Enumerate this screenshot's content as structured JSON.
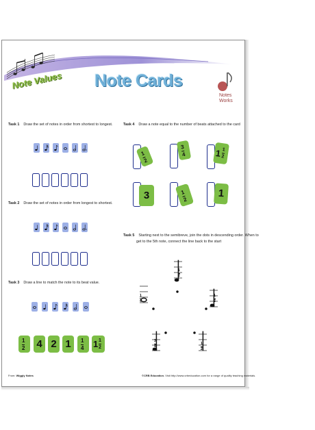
{
  "header": {
    "title": "Note Cards",
    "subtitle_banner": "Note Values",
    "logo_text_line1": "Notes",
    "logo_text_line2": "Works"
  },
  "tasks": {
    "task1": {
      "label": "Task 1",
      "text": "Draw the set of notes in order from shortest to longest."
    },
    "task2": {
      "label": "Task 2",
      "text": "Draw the set of notes in order from longest to shortest."
    },
    "task3": {
      "label": "Task 3",
      "text": "Draw a line to match the note to its beat value."
    },
    "task4": {
      "label": "Task 4",
      "text": "Draw a note equal to the number of beats attached to the card"
    },
    "task5": {
      "label": "Task 5",
      "text_line1": "Starting next to the semibreve, join the dots in descending order.  When to",
      "text_line2": "get to the 5th note, connect the line back to the start"
    }
  },
  "task1_cards": [
    "crotchet",
    "semiquaver",
    "quaver",
    "semibreve",
    "minim",
    "dotted-minim"
  ],
  "task2_cards": [
    "crotchet",
    "semiquaver",
    "quaver",
    "semibreve",
    "minim",
    "dotted-minim"
  ],
  "task3_cards": [
    "semibreve",
    "crotchet",
    "quaver",
    "semiquaver",
    "minim",
    "semibreve"
  ],
  "task3_beats": {
    "b1_num": "1",
    "b1_den": "2",
    "b2": "4",
    "b3": "2",
    "b4": "1",
    "b5_num": "1",
    "b5_den": "4",
    "b6_whole": "1",
    "b6_num": "1",
    "b6_den": "2"
  },
  "task4_cards": {
    "c1_num": "1",
    "c1_den": "2",
    "c2_num": "3",
    "c2_den": "4",
    "c3_whole": "1",
    "c3_num": "1",
    "c3_den": "2",
    "c4": "3",
    "c5_num": "1",
    "c5_den": "2",
    "c6": "1"
  },
  "task5_labels": {
    "n1_num": "1",
    "n1_den": "2",
    "n2_num": "1",
    "n2_den": "4",
    "n3_num": "1",
    "n3_den": "2",
    "n4_num": "3",
    "n4_den": "4",
    "n5_num": "1",
    "n5_den": "2"
  },
  "footer": {
    "left_prefix": "From: ",
    "left_name": "Wiggly Notes",
    "right_bold": "©CRB Education.",
    "right_text": "  Visit http://www.crbeducation.com for a range of quality teaching materials."
  },
  "colors": {
    "card_blue": "#9db0e6",
    "box_navy": "#1c2c8c",
    "beat_green": "#7cbd45",
    "title_blue": "#6fb0d8"
  }
}
